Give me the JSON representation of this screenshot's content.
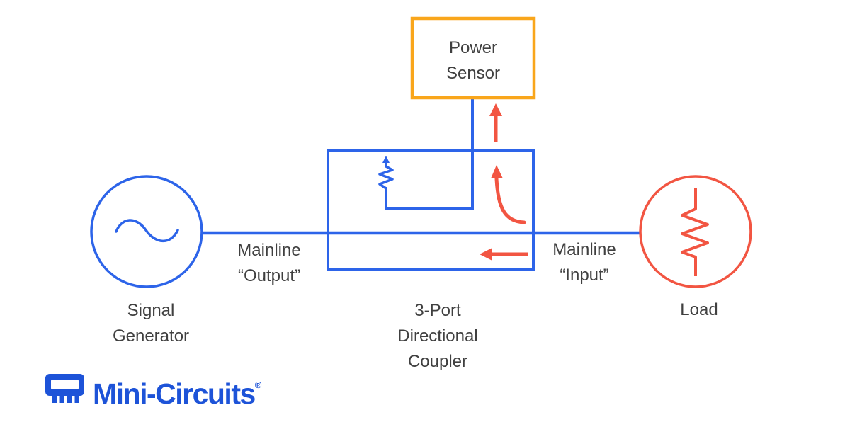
{
  "diagram": {
    "power_sensor_label": "Power Sensor",
    "signal_generator_label": "Signal Generator",
    "load_label": "Load",
    "coupler_label": "3-Port Directional Coupler",
    "mainline_output_label": "Mainline “Output”",
    "mainline_input_label": "Mainline “Input”"
  },
  "logo": {
    "text": "Mini-Circuits",
    "registered_mark": "®"
  },
  "colors": {
    "diagram_blue": "#2d64e9",
    "sensor_orange": "#f9a61b",
    "signal_red": "#f25542",
    "label_gray": "#404040",
    "logo_blue": "#1d53d8"
  }
}
